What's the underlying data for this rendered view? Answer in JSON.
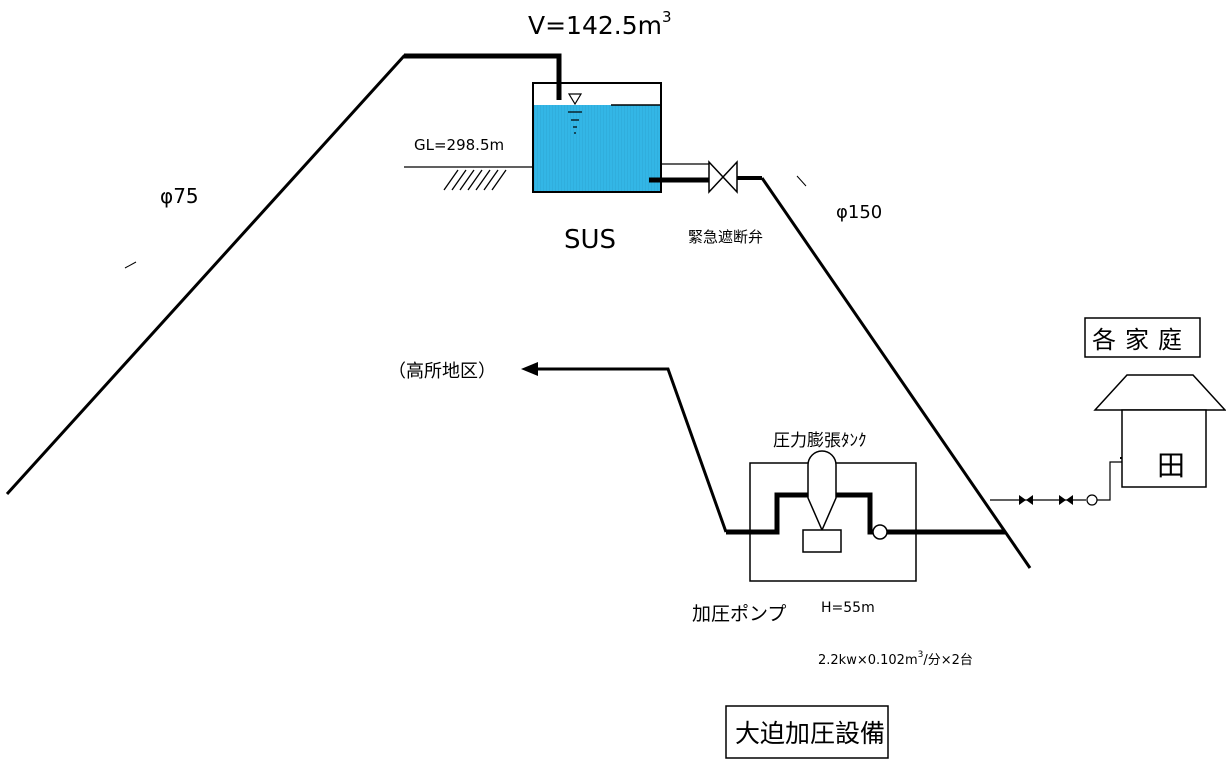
{
  "diagram": {
    "volume_base": "V=142.5m",
    "volume_sup": "3",
    "ground_level": "GL=298.5m",
    "pipe_left": "φ75",
    "pipe_right": "φ150",
    "tank_material": "SUS",
    "valve_label": "緊急遮断弁",
    "area_label": "（高所地区）",
    "expansion_tank_label": "圧力膨張ﾀﾝｸ",
    "house_label": "各家庭",
    "house_window": "田",
    "pump_label": "加圧ポンプ",
    "pump_head": "H=55m",
    "pump_spec_a": "2.2kw×0.102m",
    "pump_spec_sup": "3",
    "pump_spec_b": "/分×2台",
    "facility_name": "大迫加圧設備"
  },
  "colors": {
    "water": "#33b6e6",
    "water_line": "#2aa3d0",
    "line": "#000000"
  }
}
